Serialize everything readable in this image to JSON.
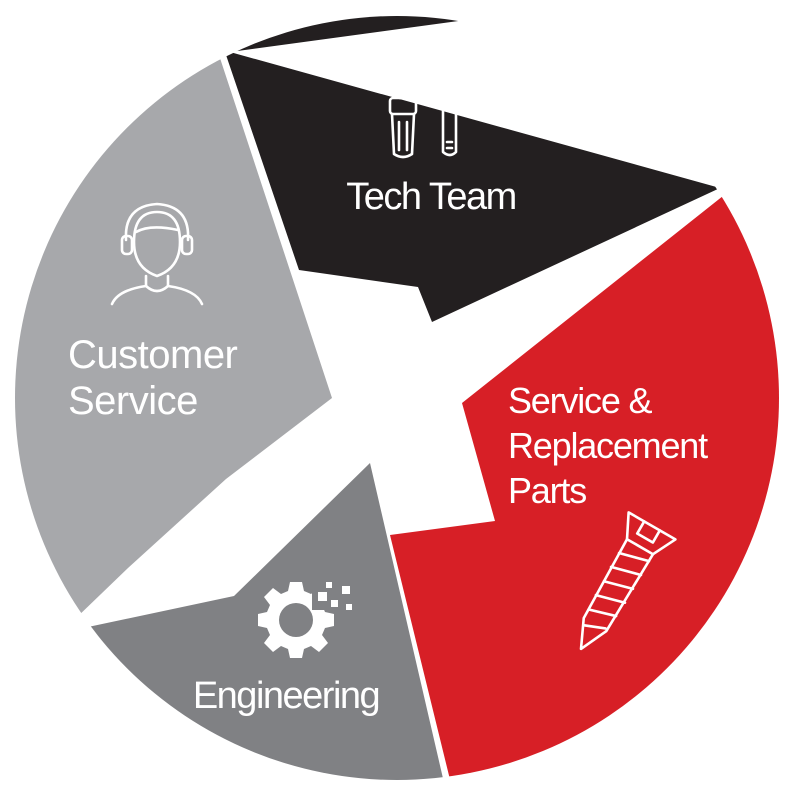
{
  "segments": {
    "tech": {
      "label": "Tech Team",
      "color": "#231f20",
      "icon": "tools-icon"
    },
    "parts": {
      "label_lines": [
        "Service &",
        "Replacement",
        "Parts"
      ],
      "color": "#d71f26",
      "icon": "screw-icon"
    },
    "engineering": {
      "label": "Engineering",
      "color": "#808184",
      "icon": "gear-icon"
    },
    "customer": {
      "label_lines": [
        "Customer",
        "Service"
      ],
      "color": "#a7a8ab",
      "icon": "headset-agent-icon"
    }
  }
}
